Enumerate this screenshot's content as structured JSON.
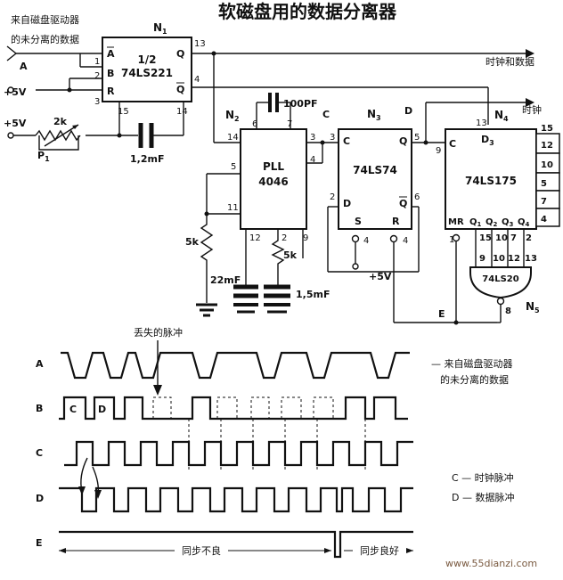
{
  "title": "软磁盘用的数据分离器",
  "watermark": "www.55dianzi.com",
  "circuit": {
    "input_desc_line1": "来自磁盘驱动器",
    "input_desc_line2": "的未分离的数据",
    "input_a": "A",
    "supply_1": "+5V",
    "supply_2": "+5V",
    "supply_3": "+5V",
    "pot_value": "2k",
    "pot_name": "P",
    "pot_sub": "1",
    "cap_1": "1,2mF",
    "cap_2": "100PF",
    "cap_3": "22mF",
    "cap_4": "1,5mF",
    "res_1": "5k",
    "res_2": "5k",
    "out_clock_data": "时钟和数据",
    "out_clock": "时钟",
    "node_c": "C",
    "node_d": "D",
    "node_e": "E",
    "n1": {
      "name": "N",
      "sub": "1",
      "line1": "1/2",
      "line2": "74LS221",
      "pins": {
        "a_bar": "A",
        "b": "B",
        "r": "R",
        "q": "Q",
        "q_bar": "Q",
        "p1": "1",
        "p2": "2",
        "p3": "3",
        "p4": "4",
        "p13": "13",
        "p14": "14",
        "p15": "15"
      }
    },
    "n2": {
      "name": "N",
      "sub": "2",
      "line1": "PLL",
      "line2": "4046",
      "pins": {
        "p2": "2",
        "p3": "3",
        "p4": "4",
        "p5": "5",
        "p6": "6",
        "p7": "7",
        "p9": "9",
        "p11": "11",
        "p12": "12",
        "p14": "14"
      }
    },
    "n3": {
      "name": "N",
      "sub": "3",
      "label": "74LS74",
      "pins": {
        "c": "C",
        "q": "Q",
        "d": "D",
        "s": "S",
        "r": "R",
        "q_bar": "Q",
        "p2": "2",
        "p3": "3",
        "p4a": "4",
        "p4b": "4",
        "p5": "5",
        "p6": "6"
      }
    },
    "n4": {
      "name": "N",
      "sub": "4",
      "label": "74LS175",
      "d3": "D",
      "d3_sub": "3",
      "pins": {
        "c": "C",
        "mr": "MR",
        "q1": "Q",
        "q1s": "1",
        "q2": "Q",
        "q2s": "2",
        "q3": "Q",
        "q3s": "3",
        "q4": "Q",
        "q4s": "4",
        "p1": "1",
        "p2": "2",
        "p7": "7",
        "p9": "9",
        "p10": "10",
        "p13": "13",
        "p15": "15",
        "r4": "4",
        "r5": "5",
        "r7": "7",
        "r10": "10",
        "r12": "12",
        "r15": "15"
      }
    },
    "n5": {
      "name": "N",
      "sub": "5",
      "label": "74LS20",
      "pins": {
        "p8": "8",
        "p9": "9",
        "p10": "10",
        "p12": "12",
        "p13": "13"
      }
    }
  },
  "timing": {
    "rows": [
      "A",
      "B",
      "C",
      "D",
      "E"
    ],
    "missing_pulse": "丢失的脉冲",
    "a_desc_line1": "—  来自磁盘驱动器",
    "a_desc_line2": "的未分离的数据",
    "b_c": "C",
    "b_d": "D",
    "legend_c": "C — 时钟脉冲",
    "legend_d": "D —  数据脉冲",
    "e_bad": "同步不良",
    "e_good": "同步良好"
  }
}
